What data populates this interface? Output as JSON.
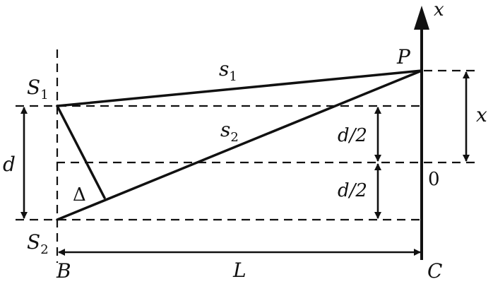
{
  "labels": {
    "x_axis": "x",
    "point_p": "P",
    "source_1": {
      "main": "S",
      "sub": "1"
    },
    "source_2": {
      "main": "S",
      "sub": "2"
    },
    "path_1": {
      "main": "s",
      "sub": "1"
    },
    "path_2": {
      "main": "s",
      "sub": "2"
    },
    "separation": "d",
    "half_separation_upper": "d/2",
    "half_separation_lower": "d/2",
    "offset": "x",
    "origin": "0",
    "delta": "Δ",
    "distance": "L",
    "point_b": "B",
    "point_c": "C"
  }
}
